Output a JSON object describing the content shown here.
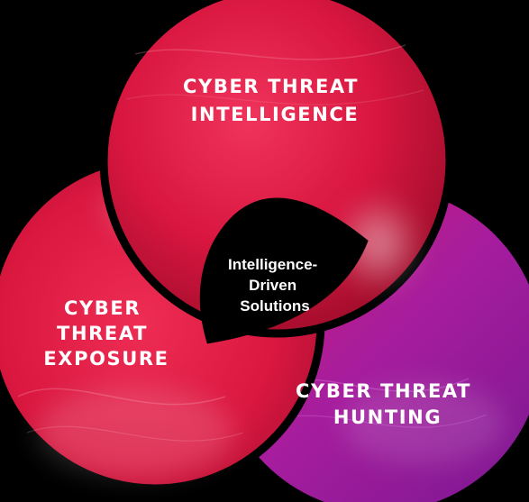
{
  "diagram": {
    "circles": [
      {
        "id": "intelligence",
        "lines": [
          "CYBER THREAT",
          "INTELLIGENCE"
        ]
      },
      {
        "id": "exposure",
        "lines": [
          "CYBER",
          "THREAT",
          "EXPOSURE"
        ]
      },
      {
        "id": "hunting",
        "lines": [
          "CYBER THREAT",
          "HUNTING"
        ]
      }
    ],
    "center": {
      "lines": [
        "Intelligence-",
        "Driven",
        "Solutions"
      ]
    }
  },
  "colors": {
    "background": "#000000",
    "intelligence": "#d41a3e",
    "exposure": "#e01a45",
    "hunting": "#9a1fa8",
    "center": "#000000",
    "text": "#ffffff"
  }
}
